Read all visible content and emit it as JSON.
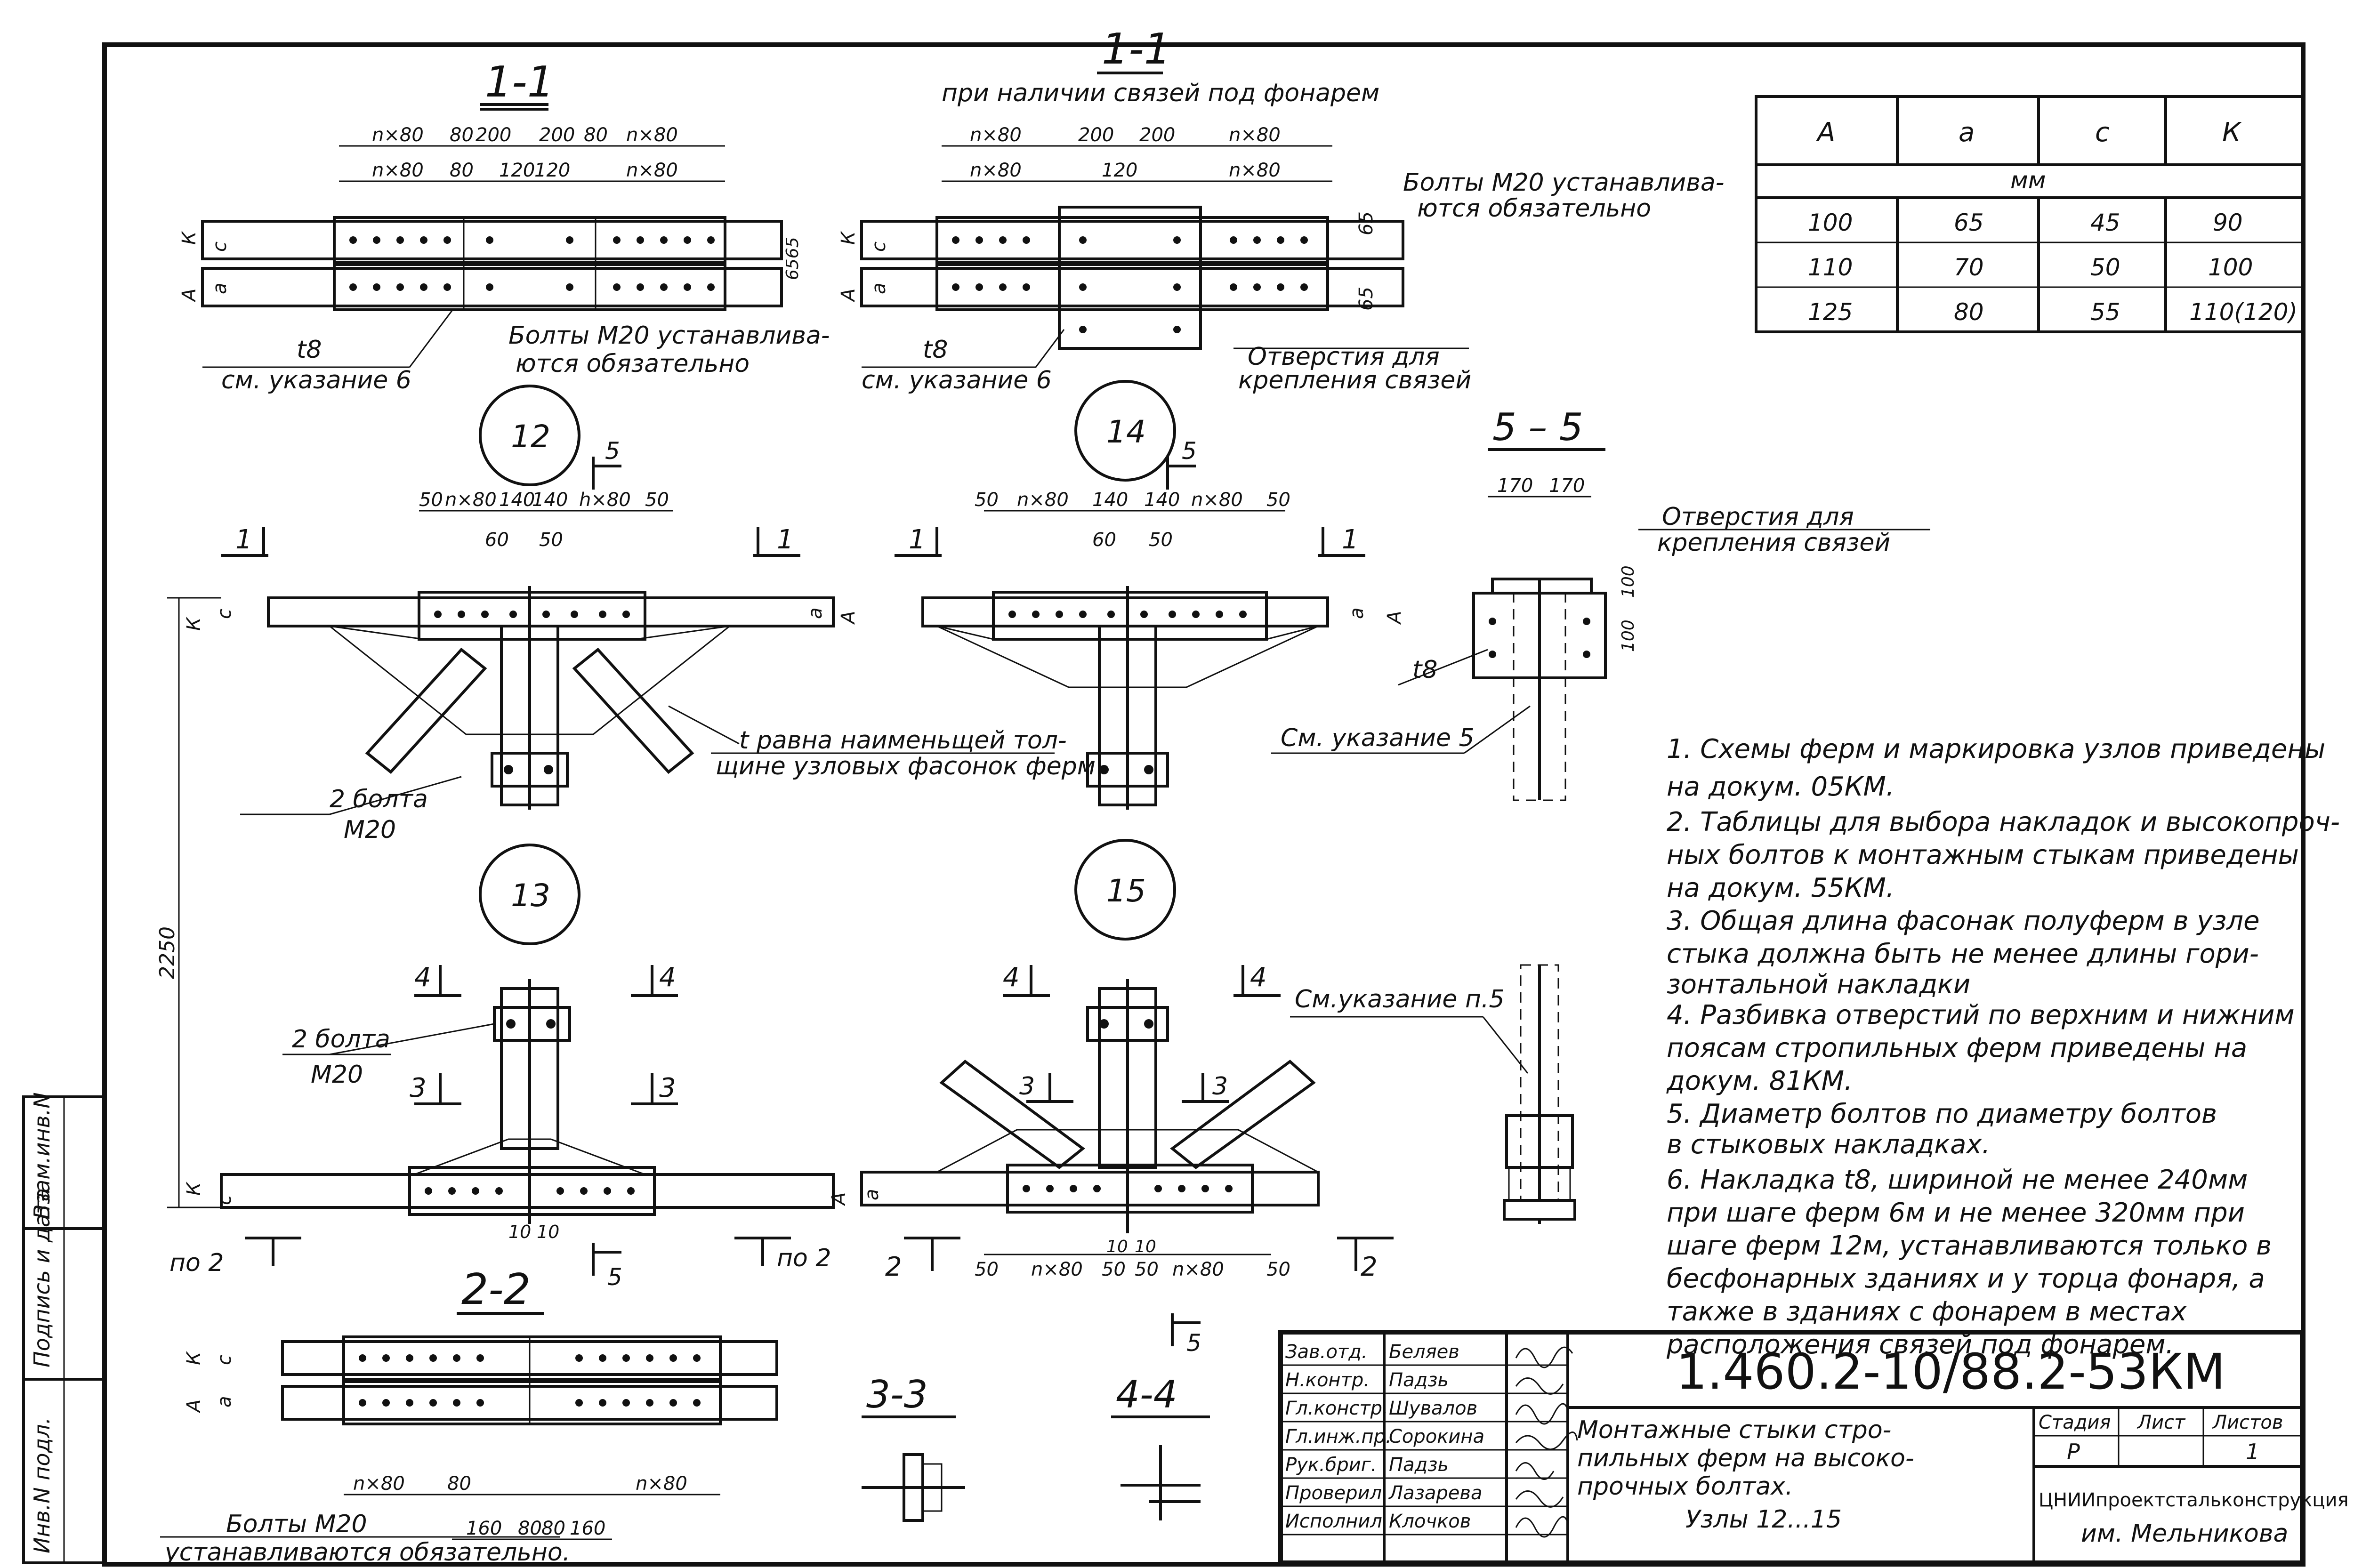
{
  "section_titles": {
    "s11_left": "1-1",
    "s11_right": "1-1",
    "s11_right_sub": "при наличии связей под фонарем",
    "s55": "5 – 5",
    "s22": "2-2",
    "s33": "3-3",
    "s44": "4-4"
  },
  "node_labels": [
    "12",
    "14",
    "13",
    "15"
  ],
  "callouts": {
    "bolts_top_right": [
      "Болты М20 устанавлива-",
      "ются обязательно"
    ],
    "bolts_top_left": [
      "Болты М20 устанавлива-",
      "ются обязательно"
    ],
    "t8": "t8",
    "see_note6": "см. указание 6",
    "holes_braces": [
      "Отверстия для",
      "крепления связей"
    ],
    "t_equal": [
      "t равна наименьщей тол-",
      "щине узловых фасонок ферм"
    ],
    "two_bolts": [
      "2 болта",
      "М20"
    ],
    "see_note5": "См. указание 5",
    "see_note_p5": "См.указание п.5",
    "bolts_bottom": [
      "Болты М20",
      "устанавливаются обязательно."
    ],
    "po2_left": "по 2",
    "po2_right": "по 2",
    "height_2250": "2250"
  },
  "dimensions": {
    "n80": "n×80",
    "h80": "h×80",
    "d80": "80",
    "d200": "200",
    "d120": "120",
    "d50": "50",
    "d60": "60",
    "d140": "140",
    "d10": "10",
    "d160": "160",
    "d170": "170",
    "d100": "100",
    "d65": "65",
    "d6565": "6565"
  },
  "cut_marks": {
    "one": "1",
    "two": "2",
    "three": "3",
    "four": "4",
    "five": "5"
  },
  "letters": {
    "A": "А",
    "a": "a",
    "c": "c",
    "K": "К"
  },
  "table": {
    "headers": [
      "А",
      "а",
      "с",
      "К"
    ],
    "unit": "мм",
    "rows": [
      [
        "100",
        "65",
        "45",
        "90"
      ],
      [
        "110",
        "70",
        "50",
        "100"
      ],
      [
        "125",
        "80",
        "55",
        "110(120)"
      ]
    ]
  },
  "notes": [
    "1. Схемы ферм и маркировка узлов приведены",
    "на докум. 05КМ.",
    "2. Таблицы для выбора накладок и высокопроч-",
    "ных болтов к монтажным стыкам приведены",
    "на докум. 55КМ.",
    "3. Общая длина фасонак полуферм в узле",
    "стыка должна быть не менее длины гори-",
    "зонтальной накладки",
    "4. Разбивка отверстий по верхним и нижним",
    "поясам стропильных ферм приведены на",
    "докум. 81КМ.",
    "5. Диаметр болтов по диаметру болтов",
    "в стыковых накладках.",
    "6. Накладка t8, шириной не менее 240мм",
    "при шаге ферм 6м и не менее 320мм при",
    "шаге ферм 12м, устанавливаются только в",
    "бесфонарных зданиях и у торца фонаря, а",
    "также в зданиях с фонарем в местах",
    "расположения связей под фонарем."
  ],
  "title_block": {
    "doc_code": "1.460.2-10/88.2-53КМ",
    "description": [
      "Монтажные стыки стро-",
      "пильных ферм на высоко-",
      "прочных болтах.",
      "Узлы 12...15"
    ],
    "stage_label": "Стадия",
    "sheet_label": "Лист",
    "sheets_label": "Листов",
    "stage_value": "Р",
    "sheets_value": "1",
    "org": [
      "ЦНИИпроектстальконструкция",
      "им. Мельникова"
    ],
    "staff": [
      {
        "role": "Зав.отд.",
        "name": "Беляев"
      },
      {
        "role": "Н.контр.",
        "name": "Падзь"
      },
      {
        "role": "Гл.констр.",
        "name": "Шувалов"
      },
      {
        "role": "Гл.инж.пр.",
        "name": "Сорокина"
      },
      {
        "role": "Рук.бриг.",
        "name": "Падзь"
      },
      {
        "role": "Проверил",
        "name": "Лазарева"
      },
      {
        "role": "Исполнил",
        "name": "Клочков"
      }
    ]
  },
  "side_stamp": [
    "Инв.N подл.",
    "Подпись и дата",
    "Взам.инв.N"
  ]
}
